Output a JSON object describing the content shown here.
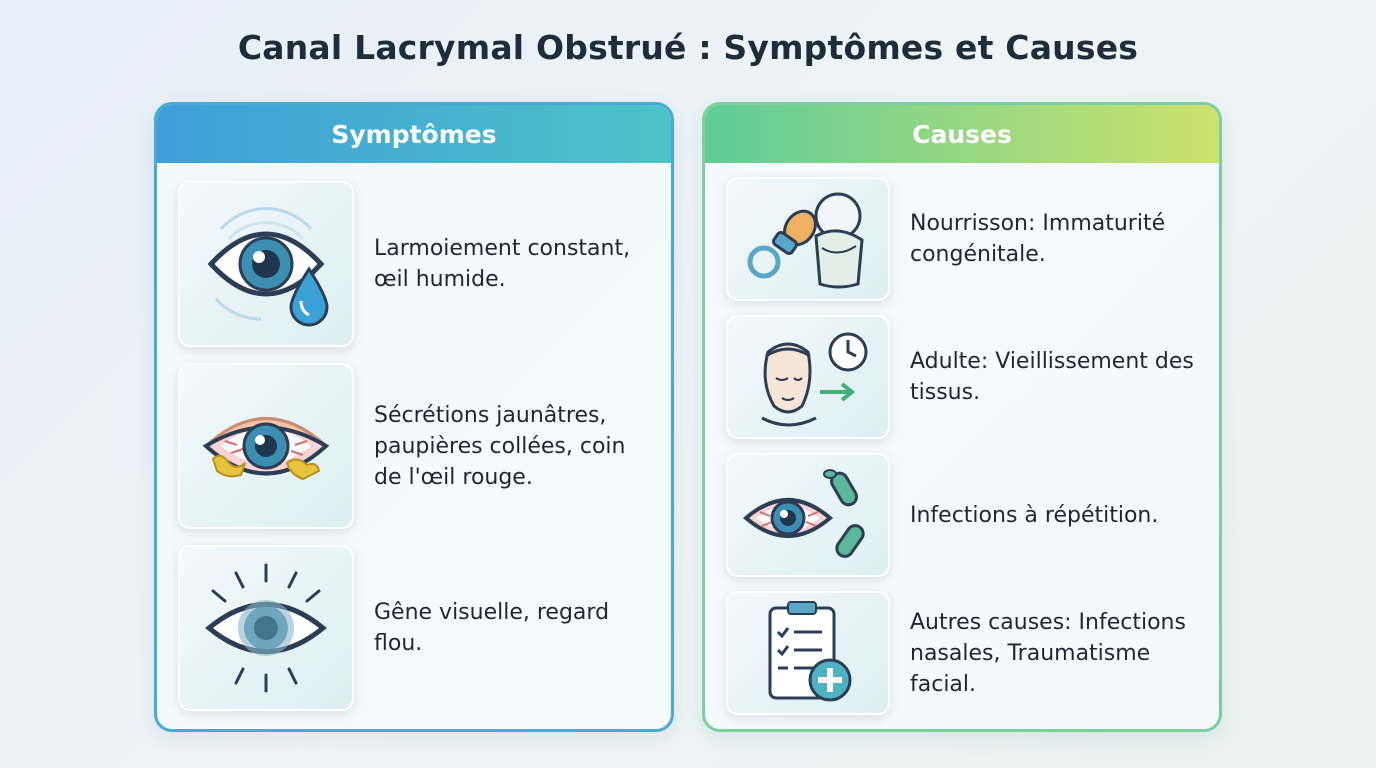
{
  "title": "Canal Lacrymal Obstrué : Symptômes et Causes",
  "symptoms": {
    "header": "Symptômes",
    "items": [
      {
        "text": "Larmoiement constant, œil humide.",
        "icon": "tearing-eye-icon"
      },
      {
        "text": "Sécrétions jaunâtres, paupières collées, coin de l'œil rouge.",
        "icon": "discharge-eye-icon"
      },
      {
        "text": "Gêne visuelle, regard flou.",
        "icon": "blurry-eye-icon"
      }
    ]
  },
  "causes": {
    "header": "Causes",
    "items": [
      {
        "text": "Nourrisson: Immaturité congénitale.",
        "icon": "infant-pacifier-icon"
      },
      {
        "text": "Adulte: Vieillissement des tissus.",
        "icon": "aging-face-clock-icon"
      },
      {
        "text": "Infections à répétition.",
        "icon": "infected-eye-bacteria-icon"
      },
      {
        "text": "Autres causes: Infections nasales, Traumatisme facial.",
        "icon": "medical-clipboard-icon"
      }
    ]
  },
  "colors": {
    "symptoms_accent": "#46a9d6",
    "causes_accent": "#7ccf9e",
    "iris": "#3c8fb0",
    "outline": "#2c3e55"
  }
}
